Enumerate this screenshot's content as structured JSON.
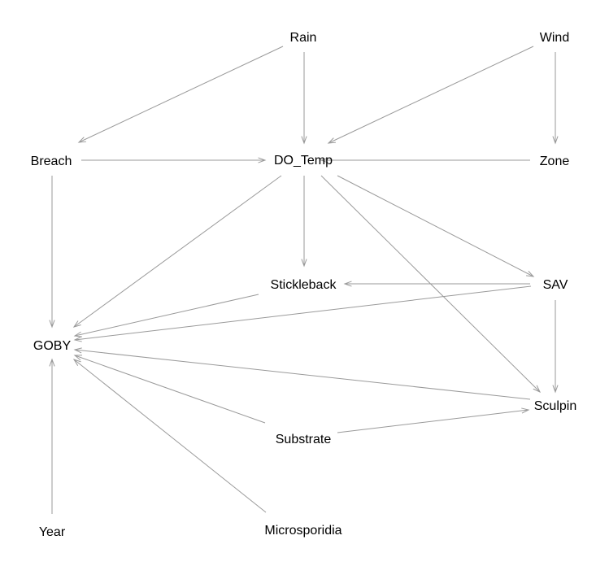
{
  "diagram": {
    "type": "directed-acyclic-graph",
    "edge_color": "#9a9a9a",
    "text_color": "#000000",
    "background": "#ffffff",
    "nodes": [
      {
        "id": "rain",
        "label": "Rain"
      },
      {
        "id": "wind",
        "label": "Wind"
      },
      {
        "id": "breach",
        "label": "Breach"
      },
      {
        "id": "do_temp",
        "label": "DO_Temp"
      },
      {
        "id": "zone",
        "label": "Zone"
      },
      {
        "id": "stickleback",
        "label": "Stickleback"
      },
      {
        "id": "sav",
        "label": "SAV"
      },
      {
        "id": "goby",
        "label": "GOBY"
      },
      {
        "id": "sculpin",
        "label": "Sculpin"
      },
      {
        "id": "substrate",
        "label": "Substrate"
      },
      {
        "id": "year",
        "label": "Year"
      },
      {
        "id": "microsporidia",
        "label": "Microsporidia"
      }
    ],
    "edges": [
      {
        "from": "rain",
        "to": "breach"
      },
      {
        "from": "rain",
        "to": "do_temp"
      },
      {
        "from": "wind",
        "to": "do_temp"
      },
      {
        "from": "wind",
        "to": "zone"
      },
      {
        "from": "breach",
        "to": "do_temp"
      },
      {
        "from": "zone",
        "to": "do_temp"
      },
      {
        "from": "breach",
        "to": "goby"
      },
      {
        "from": "do_temp",
        "to": "goby"
      },
      {
        "from": "do_temp",
        "to": "stickleback"
      },
      {
        "from": "do_temp",
        "to": "sav"
      },
      {
        "from": "do_temp",
        "to": "sculpin"
      },
      {
        "from": "sav",
        "to": "stickleback"
      },
      {
        "from": "sav",
        "to": "goby"
      },
      {
        "from": "sav",
        "to": "sculpin"
      },
      {
        "from": "stickleback",
        "to": "goby"
      },
      {
        "from": "sculpin",
        "to": "goby"
      },
      {
        "from": "substrate",
        "to": "goby"
      },
      {
        "from": "substrate",
        "to": "sculpin"
      },
      {
        "from": "year",
        "to": "goby"
      },
      {
        "from": "microsporidia",
        "to": "goby"
      }
    ]
  }
}
